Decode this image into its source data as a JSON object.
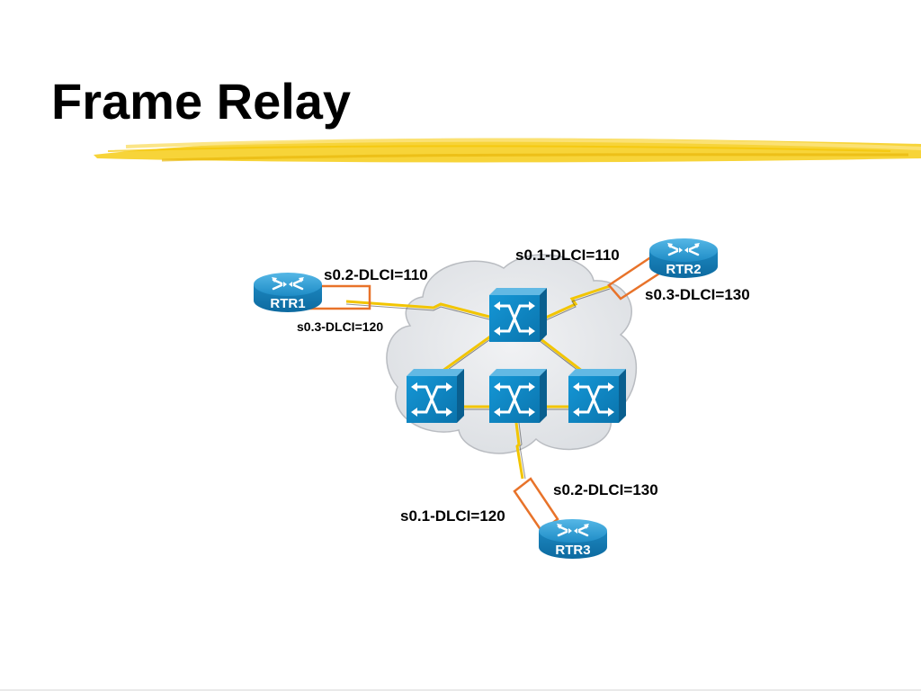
{
  "slide": {
    "title": "Frame Relay"
  },
  "diagram": {
    "routers": [
      {
        "id": "RTR1",
        "label": "RTR1"
      },
      {
        "id": "RTR2",
        "label": "RTR2"
      },
      {
        "id": "RTR3",
        "label": "RTR3"
      }
    ],
    "labels": {
      "rtr1_s02": "s0.2-DLCI=110",
      "rtr1_s03": "s0.3-DLCI=120",
      "rtr2_s01": "s0.1-DLCI=110",
      "rtr2_s03": "s0.3-DLCI=130",
      "rtr3_s02": "s0.2-DLCI=130",
      "rtr3_s01": "s0.1-DLCI=120"
    },
    "colors": {
      "router": "#1f8ec4",
      "switch": "#0f86c4",
      "cloud": "#e4e6e9",
      "pvc": "#e8732a",
      "trunk": "#f2c500",
      "highlighter": "#f6cc16"
    },
    "icons": {
      "router": "router-icon",
      "switch": "frame-relay-switch-icon",
      "cloud": "cloud-icon"
    }
  }
}
